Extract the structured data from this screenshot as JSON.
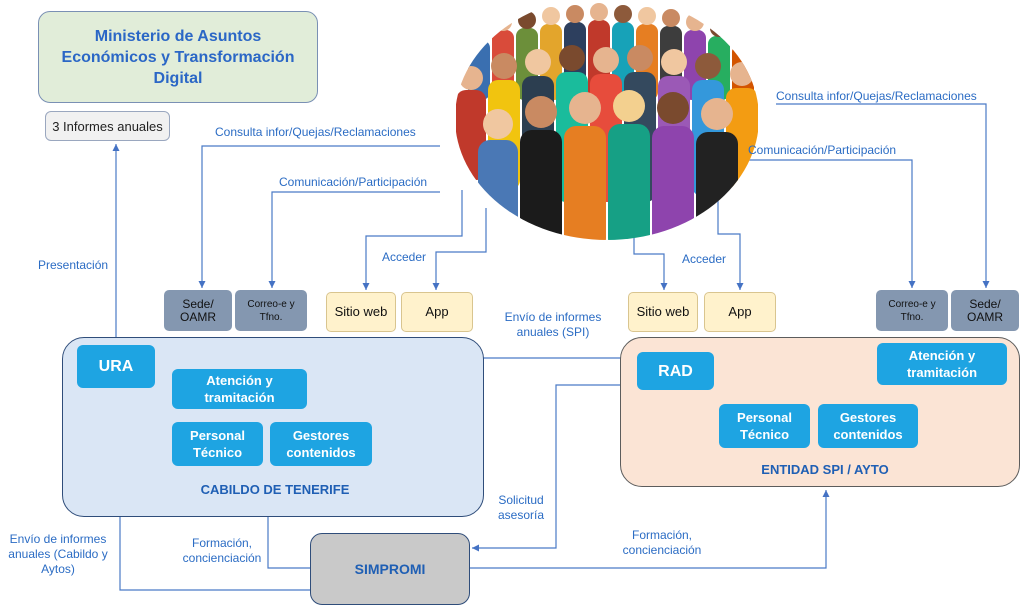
{
  "ministry": {
    "title": "Ministerio de Asuntos Económicos y Transformación Digital"
  },
  "report": {
    "label": "3 Informes  anuales"
  },
  "left_entity": {
    "ura": "URA",
    "atencion": "Atención y tramitación",
    "personal": "Personal Técnico",
    "gestores": "Gestores contenidos",
    "name": "CABILDO DE TENERIFE"
  },
  "right_entity": {
    "rad": "RAD",
    "atencion": "Atención y tramitación",
    "personal": "Personal Técnico",
    "gestores": "Gestores contenidos",
    "name": "ENTIDAD SPI / AYTO"
  },
  "channels_left": {
    "sede": "Sede/ OAMR",
    "correo": "Correo-e y Tfno.",
    "sitio": "Sitio web",
    "app": "App"
  },
  "channels_right": {
    "sitio": "Sitio web",
    "app": "App",
    "correo": "Correo-e y Tfno.",
    "sede": "Sede/ OAMR"
  },
  "simpromi": "SIMPROMI",
  "labels": {
    "consulta_left": "Consulta infor/Quejas/Reclamaciones",
    "comunicacion_left": "Comunicación/Participación",
    "acceder_left": "Acceder",
    "acceder_right": "Acceder",
    "consulta_right": "Consulta infor/Quejas/Reclamaciones",
    "comunicacion_right": "Comunicación/Participación",
    "presentacion": "Presentación",
    "envio_spi": "Envío de informes anuales (SPI)",
    "solicitud": "Solicitud asesoría",
    "formacion_left": "Formación, concienciación",
    "formacion_right": "Formación, concienciación",
    "envio_cabildo": "Envío de informes anuales (Cabildo y Aytos)"
  },
  "colors": {
    "accent_blue": "#1ea4e2",
    "line_blue": "#4472c4",
    "text_blue": "#2b6cc4"
  },
  "icons": {
    "crowd": "crowd-illustration"
  }
}
